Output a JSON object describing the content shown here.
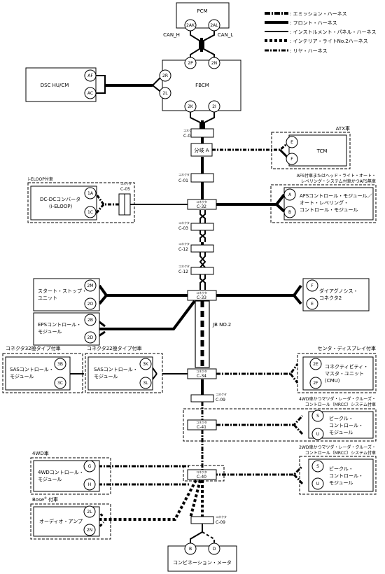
{
  "legend": {
    "emission": ": エミッション・ハーネス",
    "front": ": フロント・ハーネス",
    "instrument": ": インストルメント・パネル・ハーネス",
    "interior": ": インテリア・ライトNo.2ハーネス",
    "rear": ": リヤ・ハーネス"
  },
  "pcm": {
    "label": "PCM",
    "pin1": "2AK",
    "pin2": "2AL",
    "can_h": "CAN_H",
    "can_l": "CAN_L"
  },
  "fbcm": {
    "label": "FBCM",
    "pin_2p": "2P",
    "pin_2n": "2N",
    "pin_2r": "2R",
    "pin_2l": "2L",
    "pin_2k": "2K",
    "pin_2i": "2I"
  },
  "dsc": {
    "label": "DSC HU/CM",
    "pin_af": "AF",
    "pin_ac": "AC"
  },
  "connectors": {
    "word": "コネクタ",
    "c01": "C-01",
    "c32": "C-32",
    "c03": "C-03",
    "c12": "C-12",
    "c33": "C-33",
    "c34": "C-34",
    "c09": "C-09",
    "c41": "C-41",
    "c40": "C-40",
    "c05": "C-05"
  },
  "branch_a": "分岐 A",
  "atx": {
    "note": "ATX車",
    "label": "TCM",
    "pin_e": "E",
    "pin_f": "F"
  },
  "afs": {
    "note1": "AFS付車またはヘッド・ライト・オート・",
    "note2": "レベリング・システム付車かつAFS無車",
    "line1": "AFSコントロール・モジュール／",
    "line2": "オート・レベリング・",
    "line3": "コントロール・モジュール",
    "pin_a": "A",
    "pin_b": "B"
  },
  "eloop": {
    "note": "i-ELOOP付車",
    "line1": "DC-DCコンバータ",
    "line2": "(i-ELOOP)",
    "pin_1a": "1A",
    "pin_1c": "1C"
  },
  "startstop": {
    "line1": "スタート・ストップ・",
    "line2": "ユニット",
    "pin_2m": "2M",
    "pin_2o": "2O"
  },
  "diag": {
    "line1": "ダイアグノシス・",
    "line2": "コネクタ2",
    "pin_f": "F",
    "pin_e": "E"
  },
  "eps": {
    "line1": "EPSコントロール・",
    "line2": "モジュール",
    "pin_2b": "2B",
    "pin_2d": "2D"
  },
  "jb": "JB NO.2",
  "sas32": {
    "note": "コネクタ32極タイプ付車",
    "line1": "SASコントロール・",
    "line2": "モジュール",
    "pin_3b": "3B",
    "pin_3c": "3C"
  },
  "sas22": {
    "note": "コネクタ22極タイプ付車",
    "line1": "SASコントロール・",
    "line2": "モジュール",
    "pin_3k": "3K",
    "pin_3l": "3L"
  },
  "cmu": {
    "note": "センタ・ディスプレイ付車",
    "line1": "コネクティビティ・",
    "line2": "マスタ・ユニット",
    "line3": "(CMU)",
    "pin_2e": "2E",
    "pin_2f": "2F"
  },
  "vcm4wd": {
    "note1": "4WD車かつマツダ・レーダ・クルーズ・",
    "note2": "コントロール（MRCC）システム付車",
    "line1": "ビークル・",
    "line2": "コントロール・",
    "line3": "モジュール",
    "pin_s": "S",
    "pin_u": "U"
  },
  "vcm2wd": {
    "note1": "2WD車かつマツダ・レーダ・クルーズ・",
    "note2": "コントロール（MRCC）システム付車",
    "line1": "ビークル・",
    "line2": "コントロール・",
    "line3": "モジュール",
    "pin_s": "S",
    "pin_u": "U"
  },
  "fwd": {
    "note": "4WD車",
    "line1": "4WDコントロール・",
    "line2": "モジュール",
    "pin_g": "G",
    "pin_h": "H"
  },
  "bose": {
    "note": "Bose",
    "reg": "®",
    "note2": "付車",
    "label": "オーディオ・アンプ",
    "pin_2l": "2L",
    "pin_2n": "2N"
  },
  "meter": {
    "label": "コンビネーション・メータ",
    "pin_b": "B",
    "pin_d": "D"
  }
}
